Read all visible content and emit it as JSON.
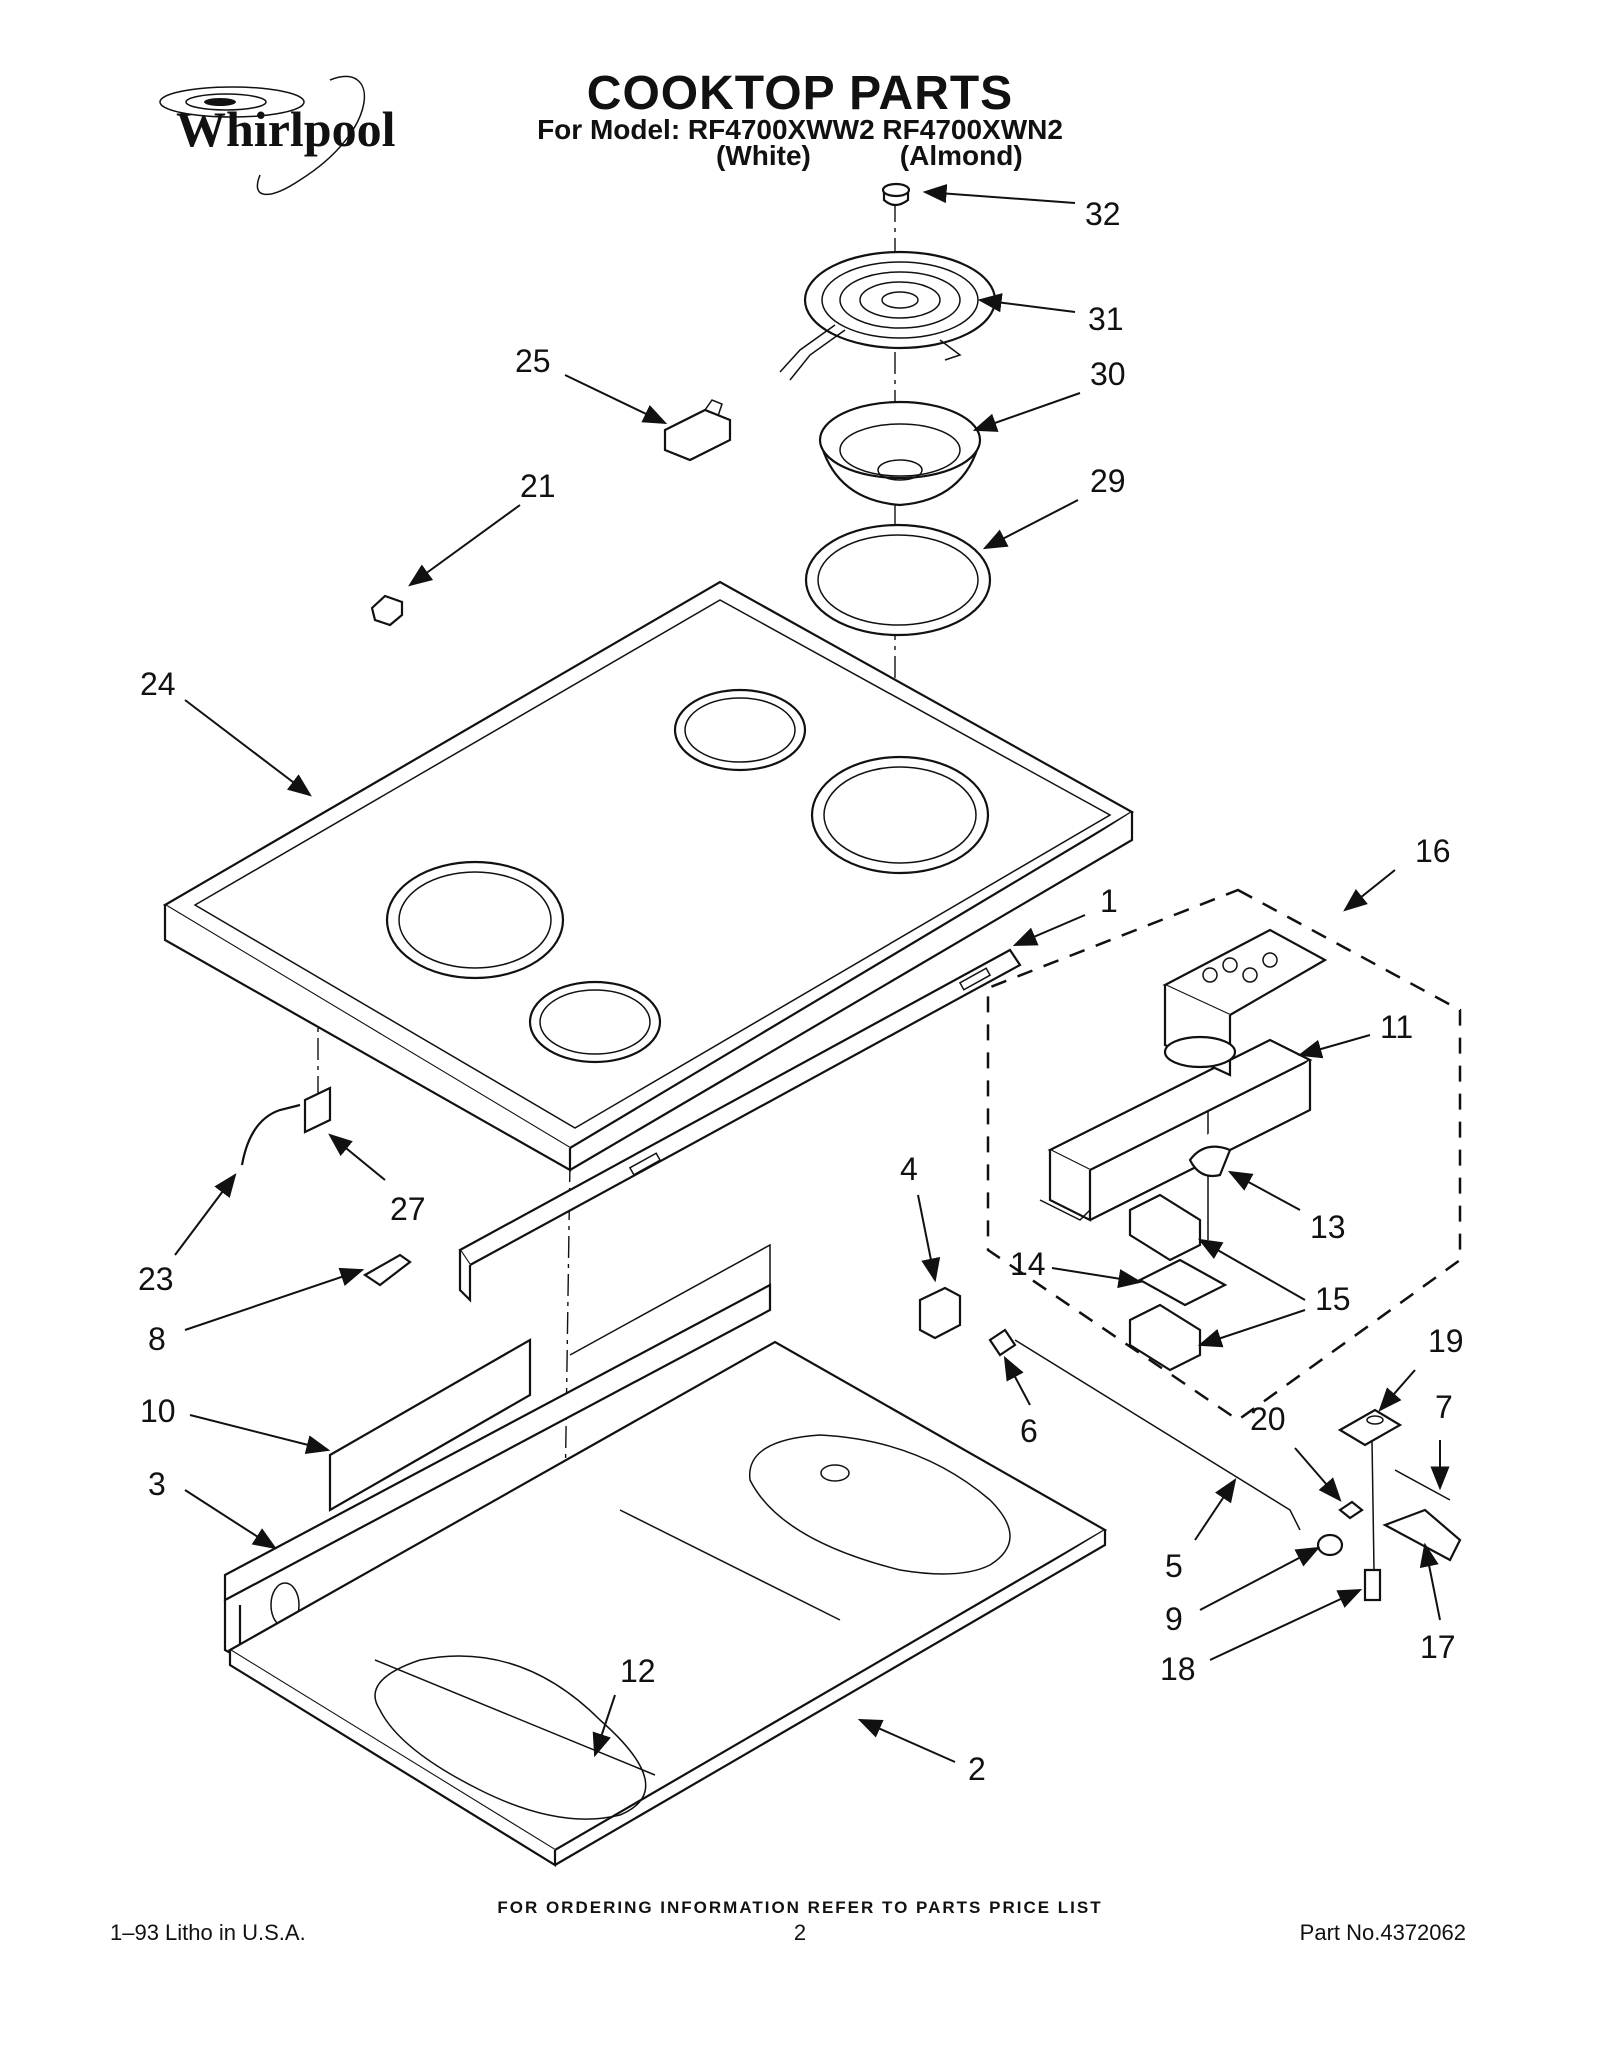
{
  "brand": "Whirlpool",
  "title": "COOKTOP PARTS",
  "model_line": "For Model: RF4700XWW2 RF4700XWN2",
  "variants": [
    "(White)",
    "(Almond)"
  ],
  "footer": {
    "ordering": "FOR ORDERING INFORMATION REFER TO PARTS PRICE LIST",
    "litho": "1–93  Litho in U.S.A.",
    "page": "2",
    "part_no": "Part No.4372062"
  },
  "callouts": [
    "32",
    "31",
    "25",
    "30",
    "21",
    "29",
    "24",
    "16",
    "1",
    "11",
    "4",
    "13",
    "14",
    "15",
    "23",
    "27",
    "8",
    "6",
    "19",
    "7",
    "10",
    "20",
    "3",
    "5",
    "9",
    "17",
    "18",
    "12",
    "2"
  ]
}
